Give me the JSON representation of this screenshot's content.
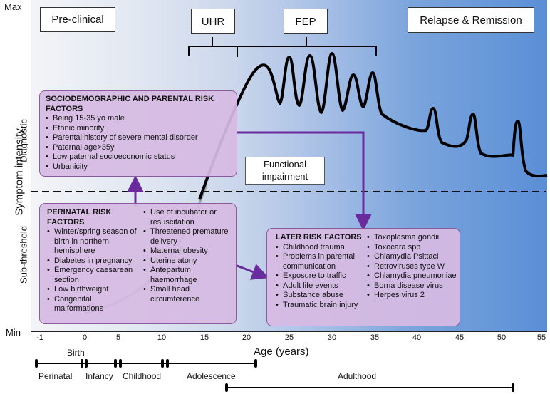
{
  "y_axis": {
    "title": "Symptom intensity",
    "max_label": "Max",
    "min_label": "Min",
    "diagnostic_label": "Diagnostic",
    "subthreshold_label": "Sub-threshold"
  },
  "x_axis": {
    "title": "Age (years)",
    "ticks": [
      "-1",
      "0",
      "5",
      "10",
      "15",
      "20",
      "25",
      "30",
      "35",
      "40",
      "45",
      "50",
      "55"
    ]
  },
  "phases": {
    "preclinical": "Pre-clinical",
    "uhr": "UHR",
    "fep": "FEP",
    "relapse": "Relapse & Remission"
  },
  "functional_impairment": {
    "line1": "Functional",
    "line2": "impairment"
  },
  "sociodemographic": {
    "title": "SOCIODEMOGRAPHIC AND PARENTAL RISK FACTORS",
    "items": [
      "Being 15-35 yo male",
      "Ethnic minority",
      "Parental history of severe mental disorder",
      "Paternal age>35y",
      "Low paternal socioeconomic status",
      "Urbanicity"
    ]
  },
  "perinatal": {
    "title": "PERINATAL RISK FACTORS",
    "items_left": [
      "Winter/spring season of birth in northern hemisphere",
      "Diabetes in pregnancy",
      "Emergency caesarean section",
      "Low birthweight",
      "Congenital malformations"
    ],
    "items_right": [
      "Use of incubator or resuscitation",
      "Threatened premature delivery",
      "Maternal obesity",
      "Uterine atony",
      "Antepartum haemorrhage",
      "Small head circumference"
    ]
  },
  "later": {
    "title": "LATER RISK FACTORS",
    "items_left": [
      "Childhood trauma",
      "Problems in parental communication",
      "Exposure to traffic",
      "Adult life events",
      "Substance abuse",
      "Traumatic brain injury"
    ],
    "items_right": [
      "Toxoplasma gondii",
      "Toxocara spp",
      "Chlamydia Psittaci",
      "Retroviruses type W",
      "Chlamydia pneumoniae",
      "Borna disease virus",
      "Herpes virus 2"
    ]
  },
  "life_stages": {
    "birth": "Birth",
    "perinatal": "Perinatal",
    "infancy": "Infancy",
    "childhood": "Childhood",
    "adolescence": "Adolescence",
    "adulthood": "Adulthood"
  },
  "colors": {
    "curve": "#000000",
    "arrow": "#6a2b9e",
    "box_fill": "#d6bae2",
    "box_border": "#8b5a9e"
  }
}
